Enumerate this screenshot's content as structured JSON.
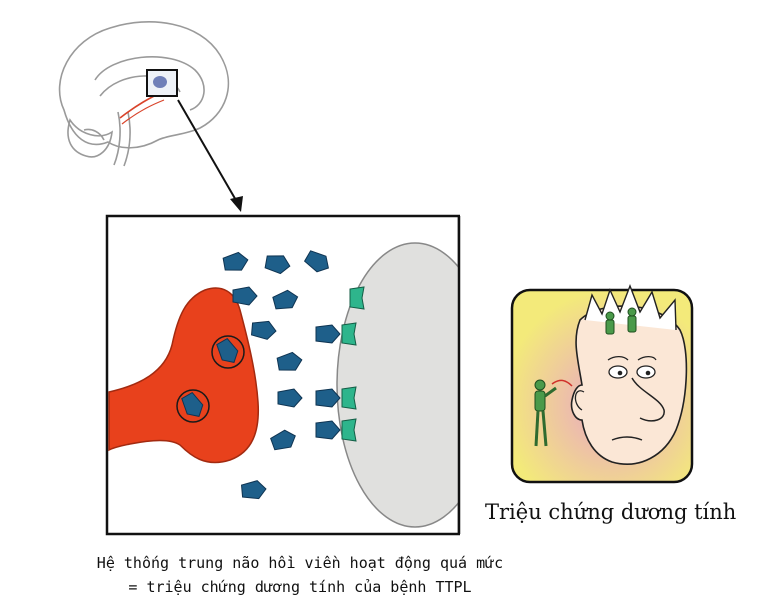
{
  "diagram": {
    "side_label": "Triệu chứng dương tính",
    "caption": {
      "line1": "Hệ thống trung não hồi viền hoạt động quá mức",
      "line2": "= triệu chứng dương tính của bệnh TTPL"
    }
  },
  "colors": {
    "neuron": "#e8411c",
    "dopamine": "#1e5f8a",
    "receptor": "#2eb58c",
    "receiving_cell": "#e0e0de",
    "frame": "#111111",
    "face_panel_bg": "#f3ea7a",
    "face_panel_glow": "#e9a3c8"
  },
  "icons": {
    "brain": "brain-sagittal-icon",
    "person": "hallucination-figure-icon"
  }
}
